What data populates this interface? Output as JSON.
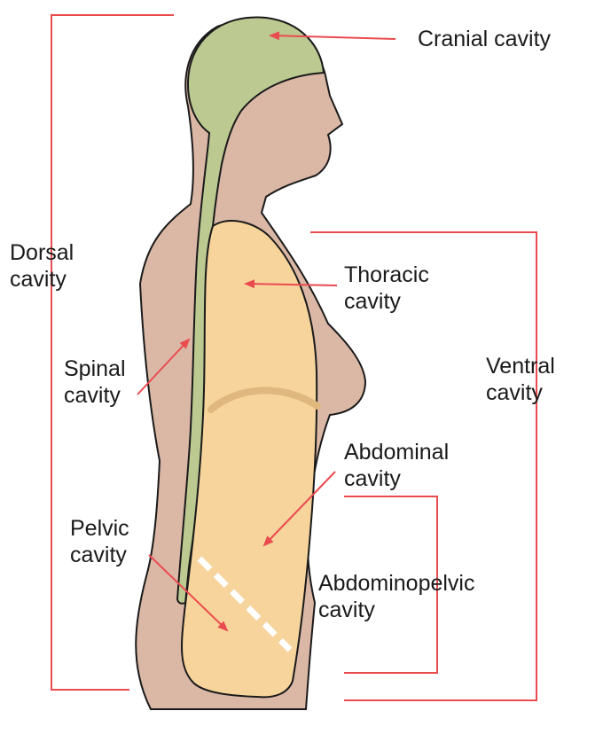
{
  "labels": {
    "cranial": "Cranial cavity",
    "dorsal": [
      "Dorsal",
      "cavity"
    ],
    "thoracic": [
      "Thoracic",
      "cavity"
    ],
    "spinal": [
      "Spinal",
      "cavity"
    ],
    "ventral": [
      "Ventral",
      "cavity"
    ],
    "abdominal": [
      "Abdominal",
      "cavity"
    ],
    "pelvic": [
      "Pelvic",
      "cavity"
    ],
    "abdominopelvic": [
      "Abdominopelvic",
      "cavity"
    ]
  },
  "colors": {
    "body_fill": "#dbb8a6",
    "cranial_fill": "#bcc991",
    "ventral_fill": "#f6d49b",
    "diaphragm": "#e0b77e",
    "outline": "#1a1a1a",
    "leader": "#ea4b4f"
  }
}
